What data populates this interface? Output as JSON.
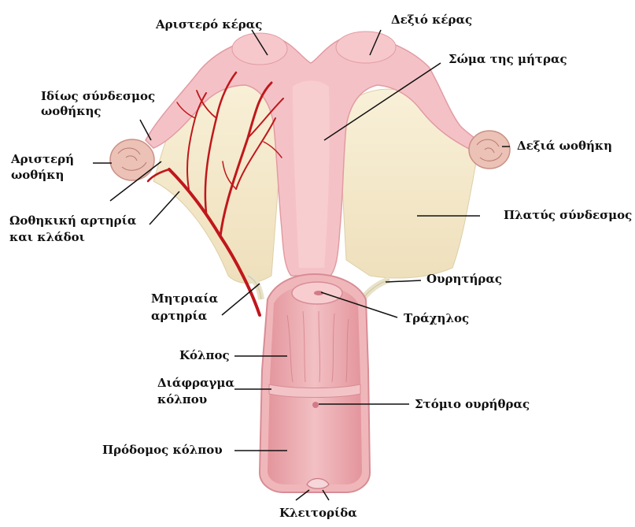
{
  "labels": {
    "left_horn": "Αριστερό κέρας",
    "right_horn": "Δεξιό κέρας",
    "uterus_body": "Σώμα της μήτρας",
    "ovarian_ligament": [
      "Ιδίως σύνδεσμος",
      "ωοθήκης"
    ],
    "left_ovary": [
      "Αριστερή",
      "ωοθήκη"
    ],
    "right_ovary": "Δεξιά ωοθήκη",
    "ovarian_artery": [
      "Ωοθηκική αρτηρία",
      "και κλάδοι"
    ],
    "broad_ligament": "Πλατύς σύνδεσμος",
    "ureter": "Ουρητήρας",
    "uterine_artery": [
      "Μητριαία",
      "αρτηρία"
    ],
    "cervix": "Τράχηλος",
    "vagina": "Κόλπος",
    "vaginal_septum": [
      "Διάφραγμα",
      "κόλπου"
    ],
    "urethral_opening": "Στόμιο ουρήθρας",
    "vestibule": "Πρόδομος κόλπου",
    "clitoris": "Κλειτορίδα"
  },
  "colors": {
    "tissue": "#f4c2c6",
    "tissue_dark": "#e79aa3",
    "ligament": "#f6ecd0",
    "artery": "#c0171c",
    "ovary": "#e9b9ad",
    "vagina_inner": "#e6a1a5"
  }
}
